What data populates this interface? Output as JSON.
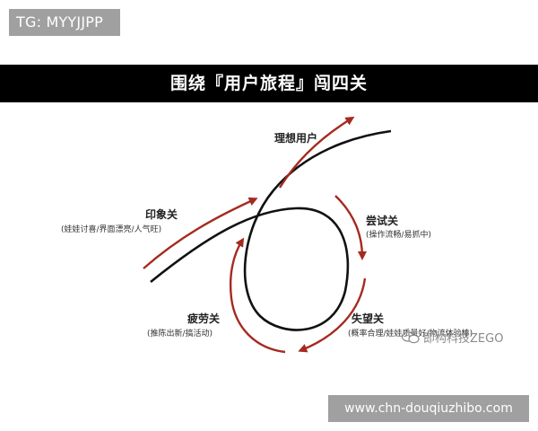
{
  "badge": {
    "text": "TG: MYYJJPP"
  },
  "title": "围绕『用户旅程』闯四关",
  "stages": {
    "ideal": {
      "label": "理想用户"
    },
    "impression": {
      "label": "印象关",
      "detail": "(娃娃讨喜/界面漂亮/人气旺)"
    },
    "trial": {
      "label": "尝试关",
      "detail": "(操作流畅/易抓中)"
    },
    "disappointment": {
      "label": "失望关",
      "detail": "(概率合理/娃娃质量好/物流体验棒)"
    },
    "fatigue": {
      "label": "疲劳关",
      "detail": "(推陈出新/搞活动)"
    }
  },
  "watermark": {
    "text": "即构科技ZEGO",
    "icon": "wechat-icon"
  },
  "footer": {
    "url": "www.chn-douqiuzhibo.com"
  },
  "colors": {
    "arrow": "#a52a1f",
    "curve": "#111111",
    "title_band": "#000000",
    "badge": "#a0a0a0"
  }
}
